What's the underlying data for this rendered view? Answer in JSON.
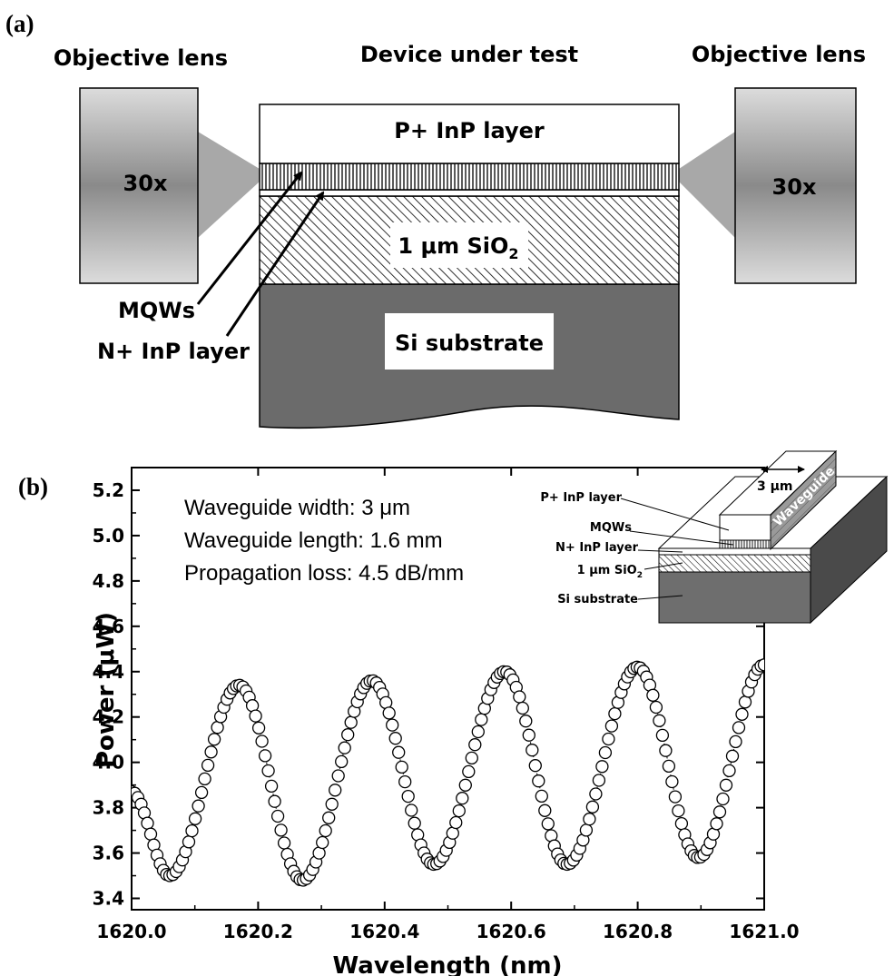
{
  "panel_a": {
    "label": "(a)",
    "left_lens_title": "Objective lens",
    "right_lens_title": "Objective lens",
    "device_title": "Device under test",
    "left_lens_mag": "30x",
    "right_lens_mag": "30x",
    "layer_p_inp": "P+ InP layer",
    "layer_sio2_prefix": "1 μm SiO",
    "layer_sio2_sub": "2",
    "layer_si": "Si substrate",
    "label_mqws": "MQWs",
    "label_n_inp": "N+ InP layer"
  },
  "panel_b": {
    "label": "(b)",
    "annotations": [
      "Waveguide width: 3 μm",
      "Waveguide length: 1.6 mm",
      "Propagation loss: 4.5 dB/mm"
    ],
    "inset": {
      "width_label": "3 μm",
      "waveguide": "Waveguide",
      "p_inp": "P+ InP layer",
      "mqws": "MQWs",
      "n_inp": "N+ InP layer",
      "sio2_prefix": "1 μm SiO",
      "sio2_sub": "2",
      "si": "Si substrate"
    }
  },
  "chart_data": {
    "type": "scatter",
    "xlabel": "Wavelength (nm)",
    "ylabel": "Power (μW)",
    "xlim": [
      1620.0,
      1621.0
    ],
    "ylim": [
      3.35,
      5.3
    ],
    "xticks": [
      "1620.0",
      "1620.2",
      "1620.4",
      "1620.6",
      "1620.8",
      "1621.0"
    ],
    "yticks": [
      "3.4",
      "3.6",
      "3.8",
      "4.0",
      "4.2",
      "4.4",
      "4.6",
      "4.8",
      "5.0",
      "5.2"
    ],
    "marker": "open-circle",
    "points_per_series": 200,
    "fsr_nm": 0.2085,
    "trough_wavelengths_nm": [
      1620.06,
      1620.27,
      1620.478,
      1620.688,
      1620.896
    ],
    "peak_wavelengths_nm": [
      1620.17,
      1620.38,
      1620.59,
      1620.8,
      1621.0
    ],
    "trough_powers_uW": [
      3.5,
      3.48,
      3.55,
      3.55,
      3.58
    ],
    "peak_powers_uW": [
      4.34,
      4.36,
      4.4,
      4.42,
      4.43
    ],
    "start_power_uW": 3.87,
    "grid": false
  }
}
